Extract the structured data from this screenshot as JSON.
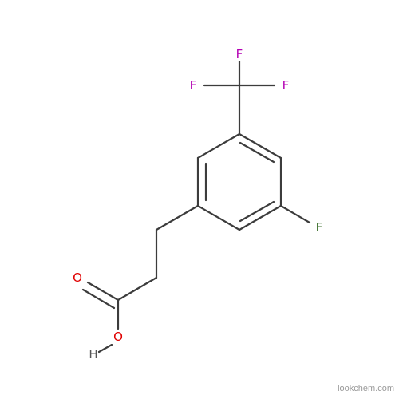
{
  "molecule": {
    "atoms": {
      "f1": "F",
      "f2": "F",
      "f3": "F",
      "f4": "F",
      "o1": "O",
      "o2": "O",
      "h1": "H"
    },
    "colors": {
      "bond": "#3c3c3c",
      "cf3_fluorine": "#b400b4",
      "fluorine": "#3a6e2a",
      "oxygen": "#e00000",
      "hydrogen": "#555555"
    }
  },
  "watermark": "lookchem.com"
}
